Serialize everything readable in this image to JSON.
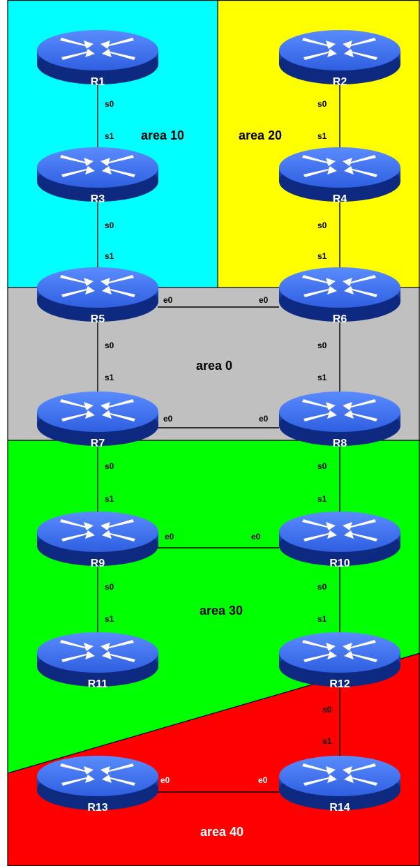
{
  "areas": [
    {
      "id": "area-10",
      "label": "area 10",
      "color": "#00ffff"
    },
    {
      "id": "area-20",
      "label": "area 20",
      "color": "#ffff00"
    },
    {
      "id": "area-0",
      "label": "area 0",
      "color": "#c0c0c0"
    },
    {
      "id": "area-30",
      "label": "area 30",
      "color": "#00ff00"
    },
    {
      "id": "area-40",
      "label": "area 40",
      "color": "#ff0000"
    }
  ],
  "routers": [
    {
      "id": "r1",
      "label": "R1"
    },
    {
      "id": "r2",
      "label": "R2"
    },
    {
      "id": "r3",
      "label": "R3"
    },
    {
      "id": "r4",
      "label": "R4"
    },
    {
      "id": "r5",
      "label": "R5"
    },
    {
      "id": "r6",
      "label": "R6"
    },
    {
      "id": "r7",
      "label": "R7"
    },
    {
      "id": "r8",
      "label": "R8"
    },
    {
      "id": "r9",
      "label": "R9"
    },
    {
      "id": "r10",
      "label": "R10"
    },
    {
      "id": "r11",
      "label": "R11"
    },
    {
      "id": "r12",
      "label": "R12"
    },
    {
      "id": "r13",
      "label": "R13"
    },
    {
      "id": "r14",
      "label": "R14"
    }
  ],
  "links": [
    {
      "from": "R1",
      "to": "R3",
      "from_if": "s0",
      "to_if": "s1"
    },
    {
      "from": "R2",
      "to": "R4",
      "from_if": "s0",
      "to_if": "s1"
    },
    {
      "from": "R3",
      "to": "R5",
      "from_if": "s0",
      "to_if": "s1"
    },
    {
      "from": "R4",
      "to": "R6",
      "from_if": "s0",
      "to_if": "s1"
    },
    {
      "from": "R5",
      "to": "R6",
      "from_if": "e0",
      "to_if": "e0"
    },
    {
      "from": "R5",
      "to": "R7",
      "from_if": "s0",
      "to_if": "s1"
    },
    {
      "from": "R6",
      "to": "R8",
      "from_if": "s0",
      "to_if": "s1"
    },
    {
      "from": "R7",
      "to": "R8",
      "from_if": "e0",
      "to_if": "e0"
    },
    {
      "from": "R7",
      "to": "R9",
      "from_if": "s0",
      "to_if": "s1"
    },
    {
      "from": "R8",
      "to": "R10",
      "from_if": "s0",
      "to_if": "s1"
    },
    {
      "from": "R9",
      "to": "R10",
      "from_if": "e0",
      "to_if": "e0"
    },
    {
      "from": "R9",
      "to": "R11",
      "from_if": "s0",
      "to_if": "s1"
    },
    {
      "from": "R10",
      "to": "R12",
      "from_if": "s0",
      "to_if": "s1"
    },
    {
      "from": "R12",
      "to": "R14",
      "from_if": "s0",
      "to_if": "s1"
    },
    {
      "from": "R13",
      "to": "R14",
      "from_if": "e0",
      "to_if": "e0"
    }
  ]
}
